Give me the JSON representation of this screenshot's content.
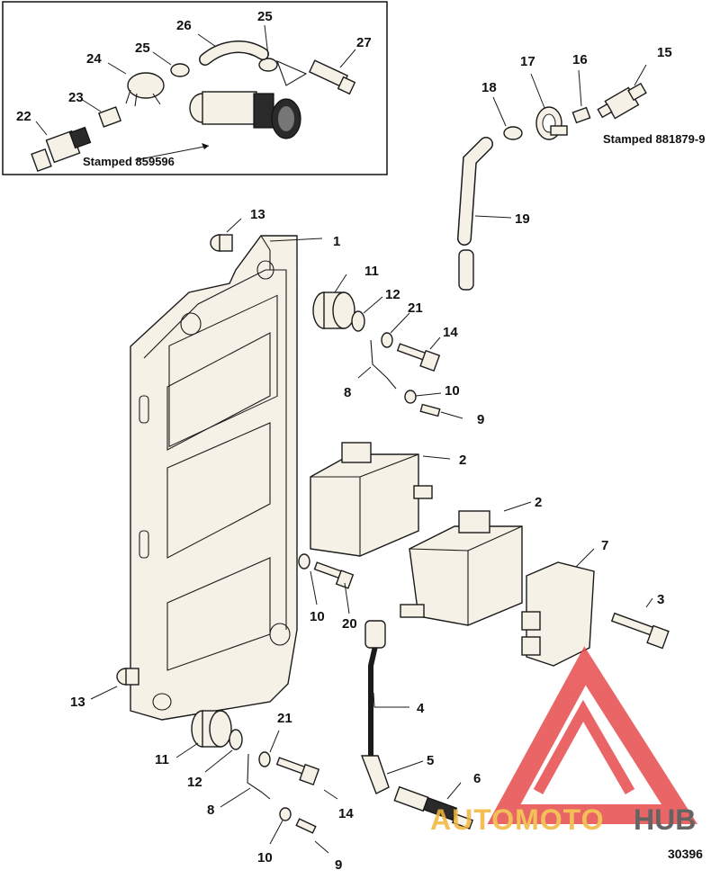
{
  "diagram": {
    "figure_number": "30396",
    "inset": {
      "stamp_left": "Stamped 859596",
      "callouts": [
        "22",
        "23",
        "24",
        "25",
        "26",
        "25",
        "27"
      ]
    },
    "upper_right": {
      "stamp_right": "Stamped 881879-9",
      "callouts": [
        "18",
        "17",
        "16",
        "15",
        "19"
      ]
    },
    "main_callouts": {
      "c1": "1",
      "c2a": "2",
      "c2b": "2",
      "c3": "3",
      "c4": "4",
      "c5": "5",
      "c6": "6",
      "c7": "7",
      "c8a": "8",
      "c8b": "8",
      "c9a": "9",
      "c9b": "9",
      "c10a": "10",
      "c10b": "10",
      "c10c": "10",
      "c11a": "11",
      "c11b": "11",
      "c12a": "12",
      "c12b": "12",
      "c13a": "13",
      "c13b": "13",
      "c14a": "14",
      "c14b": "14",
      "c20": "20",
      "c21a": "21",
      "c21b": "21"
    },
    "watermark": {
      "word_a": "AUTOMOTO",
      "word_b": "HUB",
      "color_logo": "#e74c4c",
      "color_auto": "#f1b63a",
      "color_hub": "#4a4a4a"
    }
  }
}
